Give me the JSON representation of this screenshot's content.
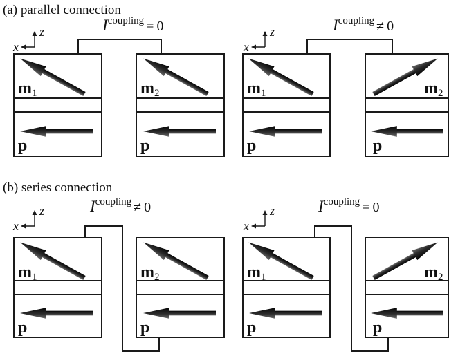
{
  "panels": {
    "a": {
      "heading": "(a)  parallel connection",
      "left": {
        "current_symbol": "I",
        "current_superscript": "coupling",
        "relation": "=",
        "value": "0"
      },
      "right": {
        "current_symbol": "I",
        "current_superscript": "coupling",
        "relation": "≠",
        "value": "0"
      }
    },
    "b": {
      "heading": "(b)  series connection",
      "left": {
        "current_symbol": "I",
        "current_superscript": "coupling",
        "relation": "≠",
        "value": "0"
      },
      "right": {
        "current_symbol": "I",
        "current_superscript": "coupling",
        "relation": "=",
        "value": "0"
      }
    }
  },
  "labels": {
    "free_layer": "m",
    "free_layer_1_index": "1",
    "free_layer_2_index": "2",
    "pinned_layer": "p",
    "axis_x": "x",
    "axis_z": "z"
  },
  "colors": {
    "relation_sign": "#e8302a",
    "line": "#1a1a1a",
    "arrow": "#1f1f1f"
  }
}
